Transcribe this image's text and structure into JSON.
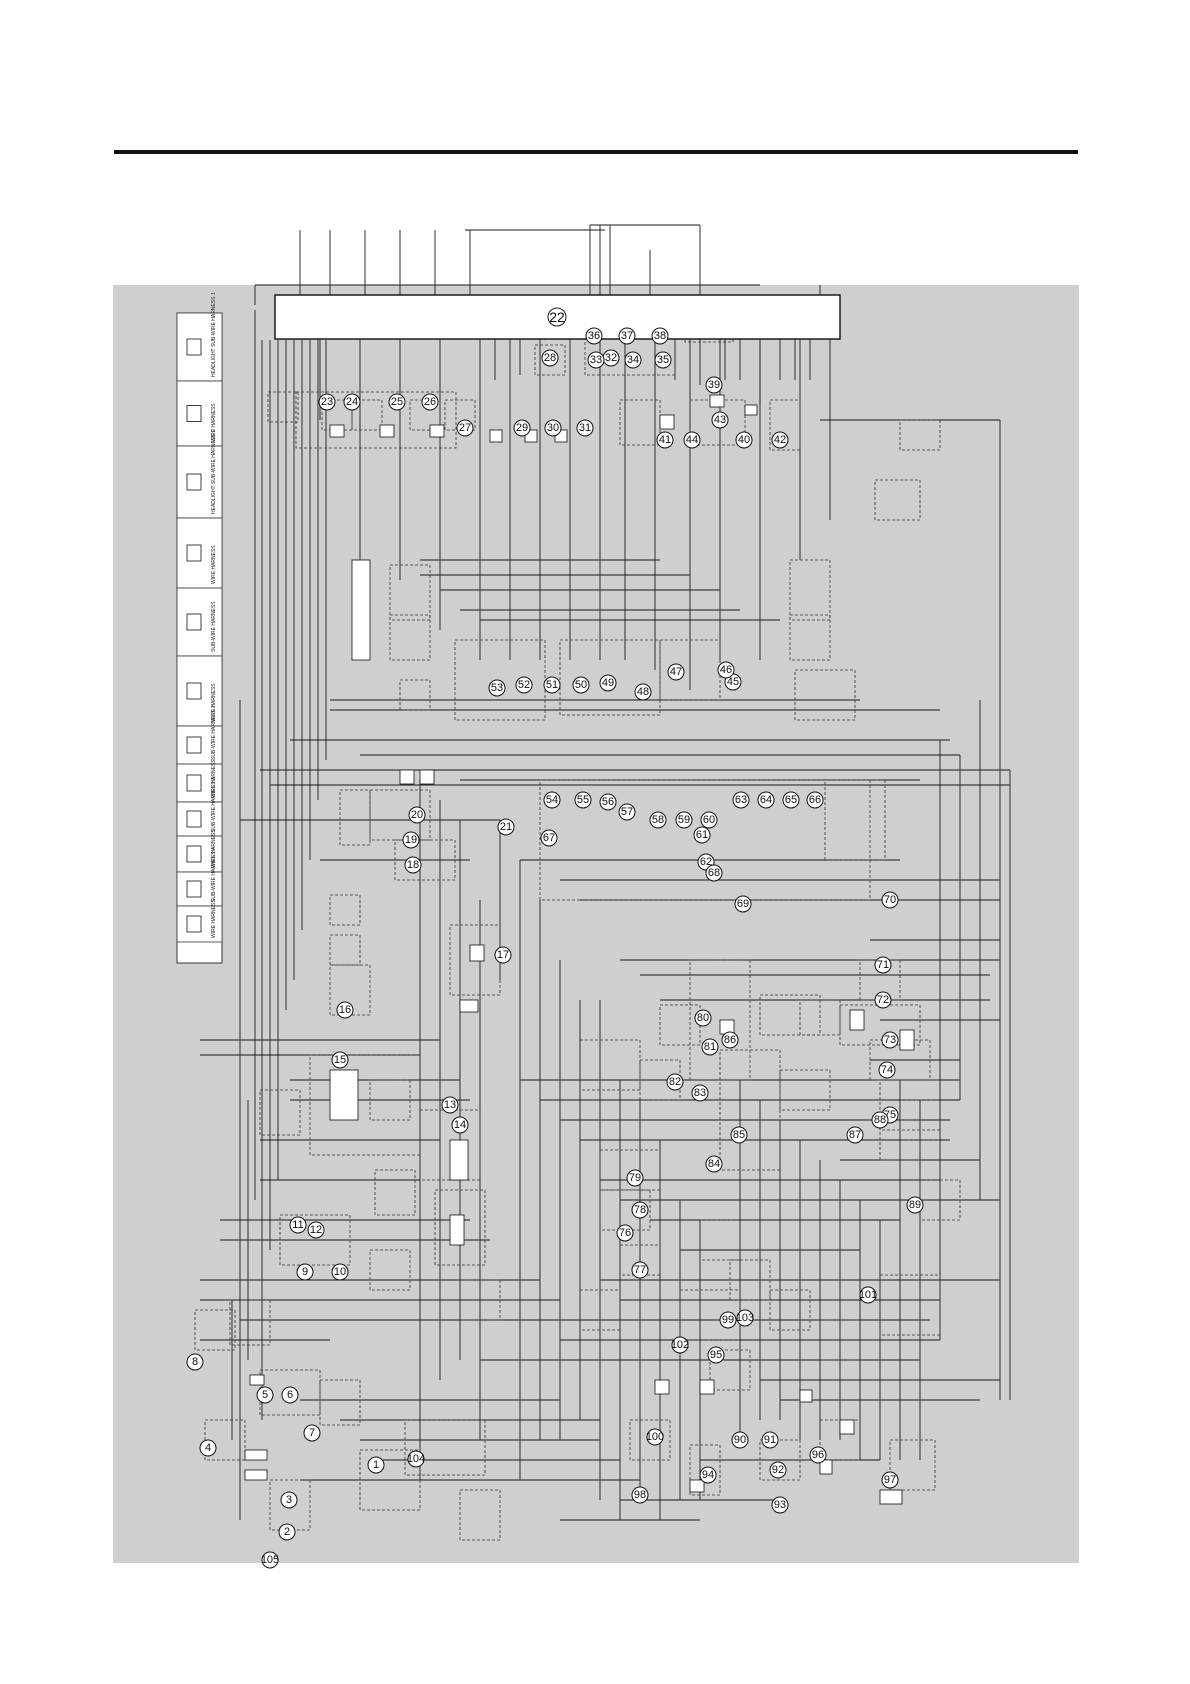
{
  "colors": {
    "panel_bg": "#cfcfcf",
    "wire": "#1a1a1a",
    "frame": "#333333",
    "page_bg": "#ffffff"
  },
  "legend": {
    "entries": [
      {
        "label": "HEADLIGHT SUB-WIRE HARNESS 1"
      },
      {
        "label": "WIRE HARNESS"
      },
      {
        "label": "HEADLIGHT SUB-WIRE HARNESS 2"
      },
      {
        "label": "WIRE HARNESS"
      },
      {
        "label": "SUB-WIRE HARNESS"
      },
      {
        "label": "WIRE HARNESS"
      },
      {
        "label": "SUB-WIRE HARNESS 2"
      },
      {
        "label": "WIRE HARNESS"
      },
      {
        "label": "SUB-WIRE HARNESS 3"
      },
      {
        "label": "WIRE HARNESS"
      },
      {
        "label": "SUB-WIRE HARNESS 4"
      },
      {
        "label": "WIRE HARNESS"
      }
    ]
  },
  "ecu": {
    "number": "22"
  },
  "callouts": [
    {
      "n": "1"
    },
    {
      "n": "2"
    },
    {
      "n": "3"
    },
    {
      "n": "4"
    },
    {
      "n": "5"
    },
    {
      "n": "6"
    },
    {
      "n": "7"
    },
    {
      "n": "8"
    },
    {
      "n": "9"
    },
    {
      "n": "10"
    },
    {
      "n": "11"
    },
    {
      "n": "12"
    },
    {
      "n": "13"
    },
    {
      "n": "14"
    },
    {
      "n": "15"
    },
    {
      "n": "16"
    },
    {
      "n": "17"
    },
    {
      "n": "18"
    },
    {
      "n": "19"
    },
    {
      "n": "20"
    },
    {
      "n": "21"
    },
    {
      "n": "23"
    },
    {
      "n": "24"
    },
    {
      "n": "25"
    },
    {
      "n": "26"
    },
    {
      "n": "27"
    },
    {
      "n": "28"
    },
    {
      "n": "29"
    },
    {
      "n": "30"
    },
    {
      "n": "31"
    },
    {
      "n": "32"
    },
    {
      "n": "33"
    },
    {
      "n": "34"
    },
    {
      "n": "35"
    },
    {
      "n": "36"
    },
    {
      "n": "37"
    },
    {
      "n": "38"
    },
    {
      "n": "39"
    },
    {
      "n": "40"
    },
    {
      "n": "41"
    },
    {
      "n": "42"
    },
    {
      "n": "43"
    },
    {
      "n": "44"
    },
    {
      "n": "45"
    },
    {
      "n": "46"
    },
    {
      "n": "47"
    },
    {
      "n": "48"
    },
    {
      "n": "49"
    },
    {
      "n": "50"
    },
    {
      "n": "51"
    },
    {
      "n": "52"
    },
    {
      "n": "53"
    },
    {
      "n": "54"
    },
    {
      "n": "55"
    },
    {
      "n": "56"
    },
    {
      "n": "57"
    },
    {
      "n": "58"
    },
    {
      "n": "59"
    },
    {
      "n": "60"
    },
    {
      "n": "61"
    },
    {
      "n": "62"
    },
    {
      "n": "63"
    },
    {
      "n": "64"
    },
    {
      "n": "65"
    },
    {
      "n": "66"
    },
    {
      "n": "67"
    },
    {
      "n": "68"
    },
    {
      "n": "69"
    },
    {
      "n": "70"
    },
    {
      "n": "71"
    },
    {
      "n": "72"
    },
    {
      "n": "73"
    },
    {
      "n": "74"
    },
    {
      "n": "75"
    },
    {
      "n": "76"
    },
    {
      "n": "77"
    },
    {
      "n": "78"
    },
    {
      "n": "79"
    },
    {
      "n": "80"
    },
    {
      "n": "81"
    },
    {
      "n": "82"
    },
    {
      "n": "83"
    },
    {
      "n": "84"
    },
    {
      "n": "85"
    },
    {
      "n": "86"
    },
    {
      "n": "87"
    },
    {
      "n": "88"
    },
    {
      "n": "89"
    },
    {
      "n": "90"
    },
    {
      "n": "91"
    },
    {
      "n": "92"
    },
    {
      "n": "93"
    },
    {
      "n": "94"
    },
    {
      "n": "95"
    },
    {
      "n": "96"
    },
    {
      "n": "97"
    },
    {
      "n": "98"
    },
    {
      "n": "99"
    },
    {
      "n": "100"
    },
    {
      "n": "101"
    },
    {
      "n": "102"
    },
    {
      "n": "103"
    },
    {
      "n": "104"
    },
    {
      "n": "105"
    }
  ]
}
